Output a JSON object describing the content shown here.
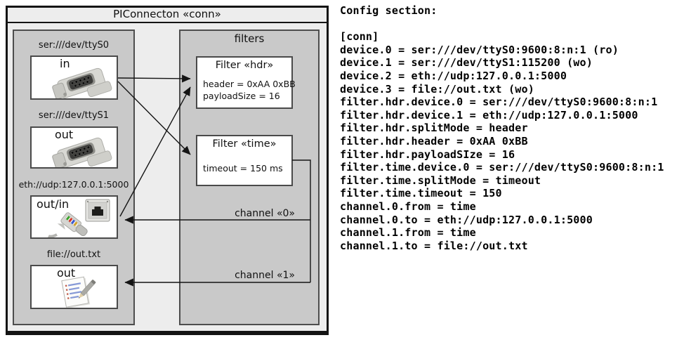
{
  "diagram": {
    "title": "PIConnecton «conn»",
    "devices_panel": {
      "devices": [
        {
          "uri": "ser:///dev/ttyS0",
          "label": "in",
          "icon": "serial-connector-icon"
        },
        {
          "uri": "ser:///dev/ttyS1",
          "label": "out",
          "icon": "serial-connector-icon"
        },
        {
          "uri": "eth://udp:127.0.0.1:5000",
          "label": "out/in",
          "icon": "ethernet-port-icon ethernet-cable-icon"
        },
        {
          "uri": "file://out.txt",
          "label": "out",
          "icon": "document-icon"
        }
      ]
    },
    "filters_panel": {
      "title": "filters",
      "filters": [
        {
          "title": "Filter «hdr»",
          "properties": [
            "header = 0xAA 0xBB",
            "payloadSize = 16"
          ]
        },
        {
          "title": "Filter «time»",
          "properties": [
            "timeout = 150 ms"
          ]
        }
      ]
    },
    "channels": [
      {
        "label": "channel «0»"
      },
      {
        "label": "channel «1»"
      }
    ]
  },
  "config": {
    "heading": "Config section:",
    "lines": [
      "[conn]",
      "device.0 = ser:///dev/ttyS0:9600:8:n:1 (ro)",
      "device.1 = ser:///dev/ttyS1:115200 (wo)",
      "device.2 = eth://udp:127.0.0.1:5000",
      "device.3 = file://out.txt (wo)",
      "filter.hdr.device.0 = ser:///dev/ttyS0:9600:8:n:1",
      "filter.hdr.device.1 = eth://udp:127.0.0.1:5000",
      "filter.hdr.splitMode = header",
      "filter.hdr.header = 0xAA 0xBB",
      "filter.hdr.payloadSIze = 16",
      "filter.time.device.0 = ser:///dev/ttyS0:9600:8:n:1",
      "filter.time.splitMode = timeout",
      "filter.time.timeout = 150",
      "channel.0.from = time",
      "channel.0.to = eth://udp:127.0.0.1:5000",
      "channel.1.from = time",
      "channel.1.to = file://out.txt"
    ]
  },
  "colors": {
    "frame_background": "#ededed",
    "panel_background": "#c9c9c9",
    "panel_border": "#4d4d4d",
    "box_background": "#ffffff",
    "outline": "#141414",
    "text": "#000000",
    "document_line_blue": "#8699d6"
  }
}
